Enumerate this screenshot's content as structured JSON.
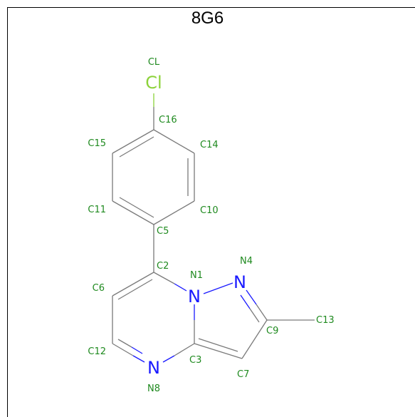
{
  "title": "8G6",
  "colors": {
    "bond": "#7a7a7a",
    "nitrogen": "#1a1aff",
    "chlorine": "#8cd23a",
    "label": "#1f8a1f"
  },
  "atom_symbols": {
    "cl": "Cl",
    "n1": "N",
    "n4": "N",
    "n8": "N"
  },
  "atom_labels": {
    "cl": "CL",
    "c16": "C16",
    "c15": "C15",
    "c14": "C14",
    "c11": "C11",
    "c10": "C10",
    "c5": "C5",
    "c2": "C2",
    "n1": "N1",
    "n4": "N4",
    "c6": "C6",
    "c9": "C9",
    "c13": "C13",
    "c12": "C12",
    "c3": "C3",
    "c7": "C7",
    "n8": "N8"
  }
}
